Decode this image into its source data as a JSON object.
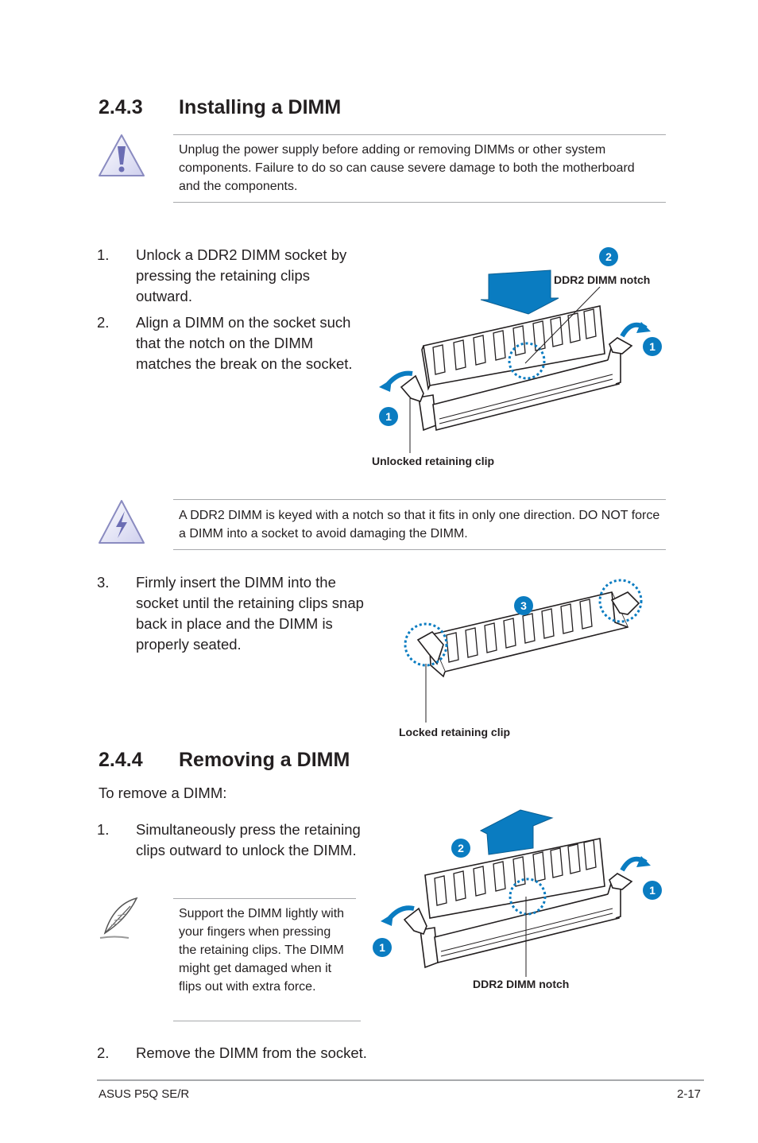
{
  "section_243": {
    "number": "2.4.3",
    "title": "Installing a DIMM"
  },
  "caution": {
    "text": "Unplug the power supply before adding or removing DIMMs or other system components. Failure to do so can cause severe damage to both the motherboard and the components."
  },
  "install_steps": [
    {
      "num": "1.",
      "text": "Unlock a DDR2 DIMM socket by pressing the retaining clips outward."
    },
    {
      "num": "2.",
      "text": "Align a DIMM on the socket such that the notch on the DIMM matches the break on the socket."
    },
    {
      "num": "3.",
      "text": "Firmly insert the DIMM into the socket until the retaining clips snap back in place and the DIMM is properly seated."
    }
  ],
  "figure1": {
    "badge_top": "2",
    "badge_right": "1",
    "badge_left": "1",
    "notch_label": "DDR2 DIMM notch",
    "clip_label": "Unlocked retaining clip"
  },
  "warning": {
    "text": "A DDR2 DIMM is keyed with a notch so that it fits in only one direction. DO NOT force a DIMM into a socket to avoid damaging the DIMM."
  },
  "figure2": {
    "badge": "3",
    "clip_label": "Locked retaining clip"
  },
  "section_244": {
    "number": "2.4.4",
    "title": "Removing a DIMM"
  },
  "remove_intro": "To remove a DIMM:",
  "remove_steps": [
    {
      "num": "1.",
      "text": "Simultaneously press the retaining clips outward to unlock the DIMM."
    },
    {
      "num": "2.",
      "text": "Remove the DIMM from the socket."
    }
  ],
  "note": {
    "text": "Support the DIMM lightly with your fingers when pressing the retaining clips. The DIMM might get damaged when it flips out with extra force."
  },
  "figure3": {
    "badge_top": "2",
    "badge_right": "1",
    "badge_left": "1",
    "notch_label": "DDR2 DIMM notch"
  },
  "footer": {
    "left": "ASUS P5Q SE/R",
    "right": "2-17"
  },
  "colors": {
    "accent_blue": "#0a7cc1",
    "rule_gray": "#a7a9ac",
    "text": "#231f20"
  },
  "icons": {
    "caution": "warning-triangle-exclamation-icon",
    "warning": "warning-triangle-lightning-icon",
    "note": "feather-pen-icon"
  }
}
